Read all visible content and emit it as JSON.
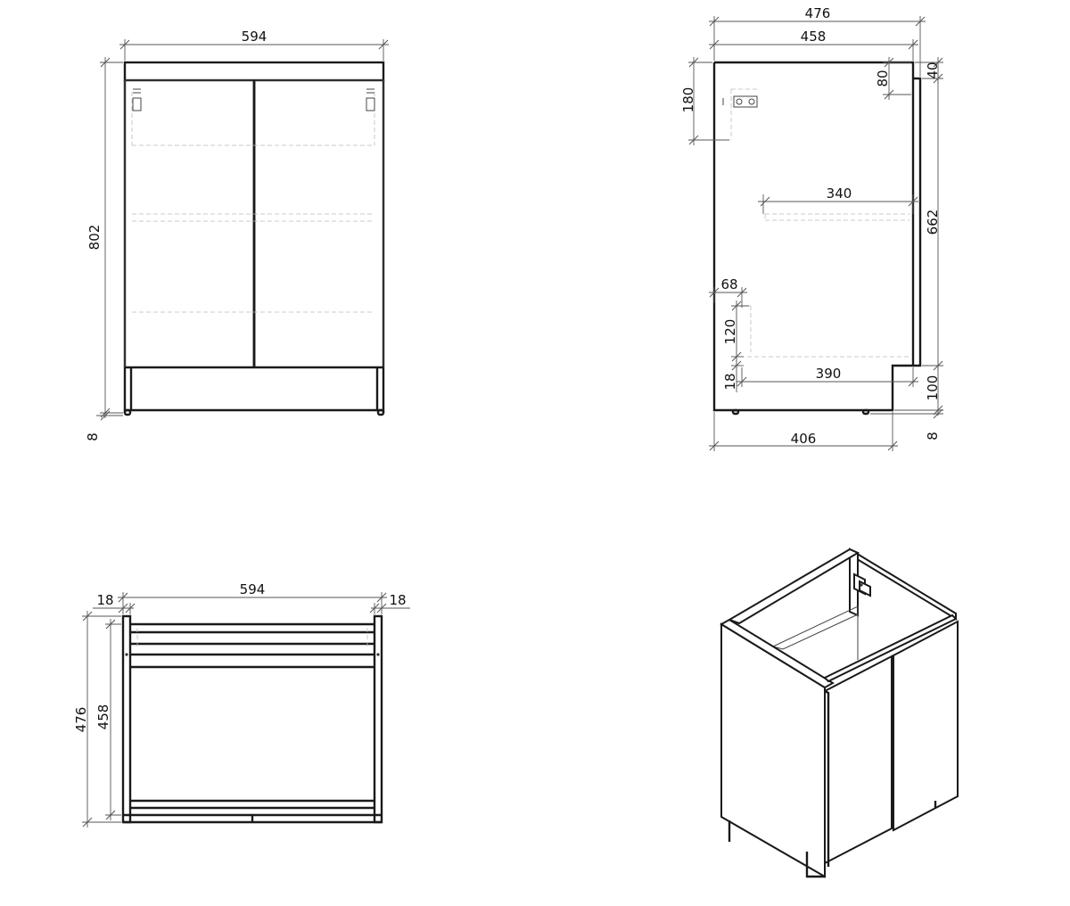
{
  "front_view": {
    "width": "594",
    "height": "802",
    "foot": "8"
  },
  "side_view": {
    "outer_depth": "476",
    "inner_depth": "458",
    "top_offset": "180",
    "rail_80": "80",
    "rail_40": "40",
    "shelf_depth": "340",
    "side_height": "662",
    "offset_68": "68",
    "gap_120": "120",
    "base_18": "18",
    "base_depth": "390",
    "plinth": "100",
    "foot_depth": "406",
    "foot": "8"
  },
  "top_view": {
    "left_panel": "18",
    "width": "594",
    "right_panel": "18",
    "outer_depth": "476",
    "inner_depth": "458"
  },
  "iso_view": {}
}
